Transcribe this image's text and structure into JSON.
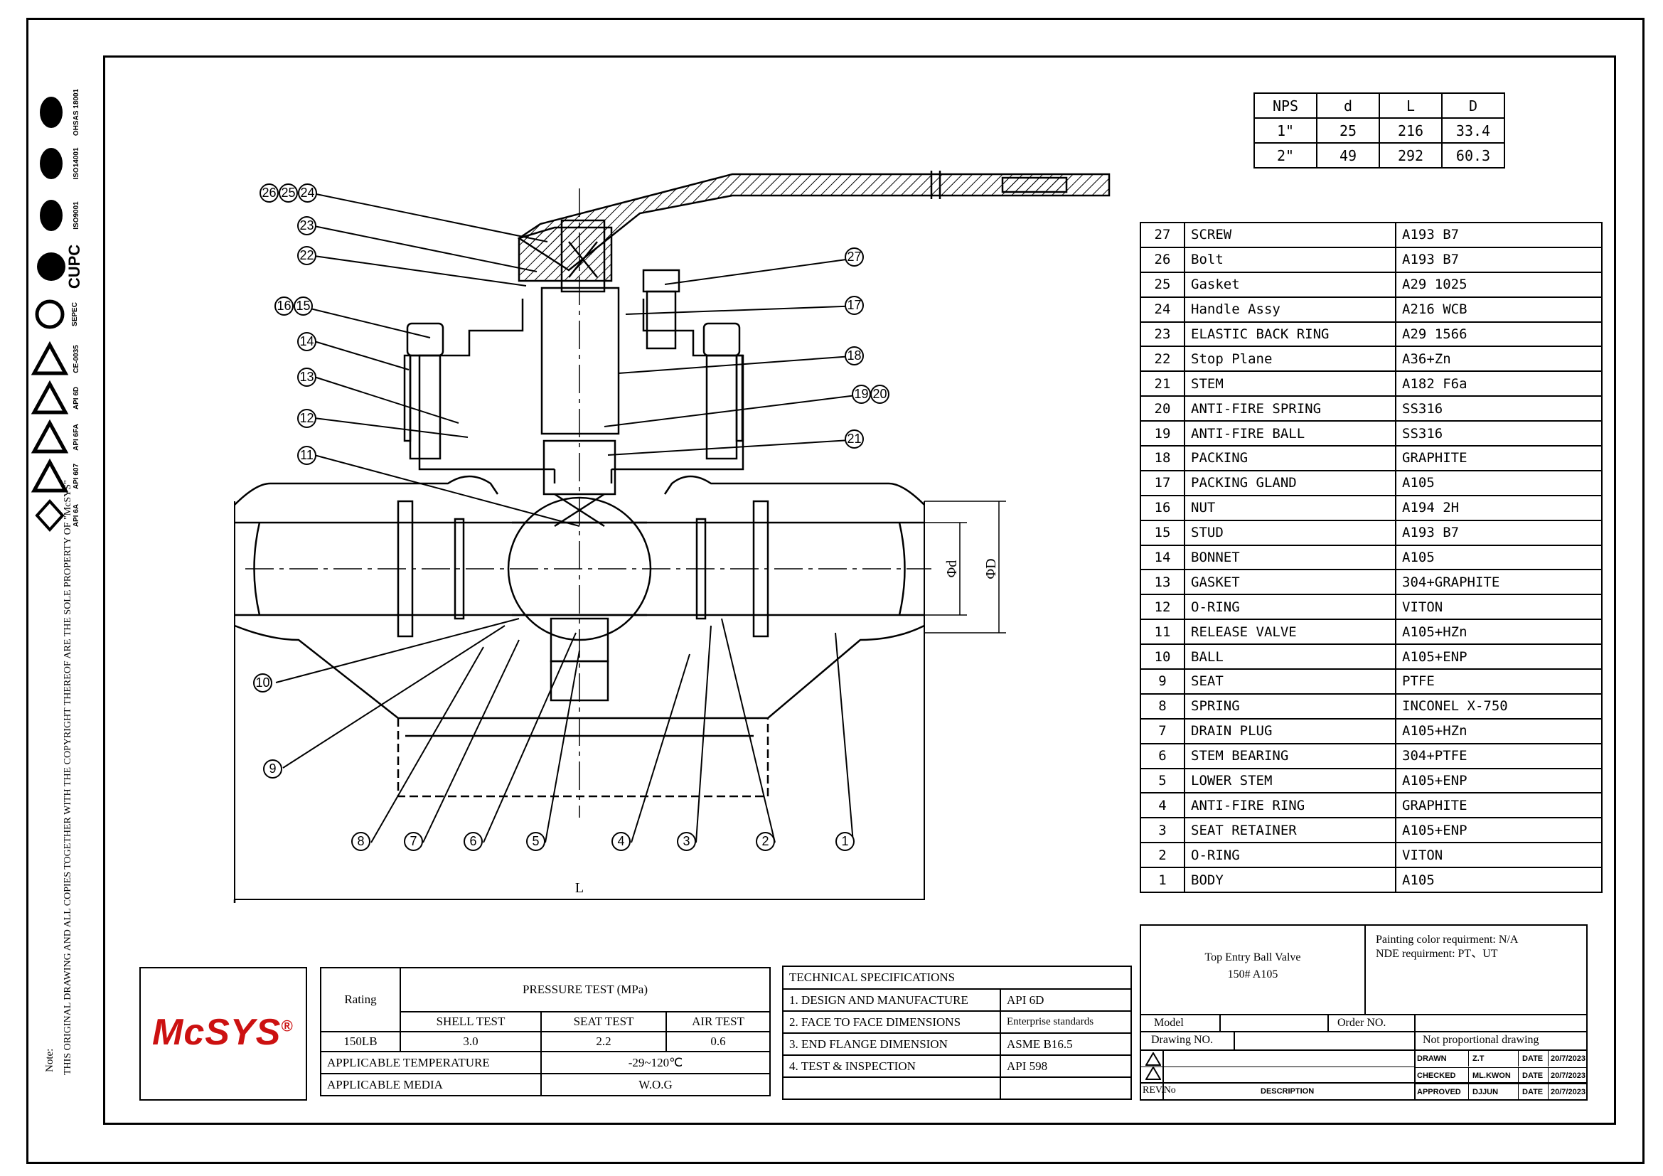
{
  "note": {
    "label": "Note:",
    "text": "THIS ORIGINAL DRAWING AND ALL COPIES TOGETHER WITH THE COPYRIGHT THEREOF ARE THE SOLE PROPERTY OF \"McSYS\""
  },
  "certifications": [
    "OHSAS 18001",
    "ISO14001",
    "ISO9001",
    "CUPC",
    "SEPEC",
    "CE-0035",
    "API 6D",
    "API 6FA",
    "API 607",
    "API 6A"
  ],
  "dimension_table": {
    "headers": [
      "NPS",
      "d",
      "L",
      "D"
    ],
    "rows": [
      [
        "1\"",
        "25",
        "216",
        "33.4"
      ],
      [
        "2\"",
        "49",
        "292",
        "60.3"
      ]
    ]
  },
  "parts": [
    {
      "no": "27",
      "name": "SCREW",
      "material": "A193 B7"
    },
    {
      "no": "26",
      "name": "Bolt",
      "material": "A193 B7"
    },
    {
      "no": "25",
      "name": "Gasket",
      "material": "A29 1025"
    },
    {
      "no": "24",
      "name": "Handle Assy",
      "material": "A216 WCB"
    },
    {
      "no": "23",
      "name": "ELASTIC BACK RING",
      "material": "A29 1566"
    },
    {
      "no": "22",
      "name": "Stop Plane",
      "material": "A36+Zn"
    },
    {
      "no": "21",
      "name": "STEM",
      "material": "A182 F6a"
    },
    {
      "no": "20",
      "name": "ANTI-FIRE SPRING",
      "material": "SS316"
    },
    {
      "no": "19",
      "name": "ANTI-FIRE BALL",
      "material": "SS316"
    },
    {
      "no": "18",
      "name": "PACKING",
      "material": "GRAPHITE"
    },
    {
      "no": "17",
      "name": "PACKING GLAND",
      "material": "A105"
    },
    {
      "no": "16",
      "name": "NUT",
      "material": "A194 2H"
    },
    {
      "no": "15",
      "name": "STUD",
      "material": "A193 B7"
    },
    {
      "no": "14",
      "name": "BONNET",
      "material": "A105"
    },
    {
      "no": "13",
      "name": "GASKET",
      "material": "304+GRAPHITE"
    },
    {
      "no": "12",
      "name": "O-RING",
      "material": "VITON"
    },
    {
      "no": "11",
      "name": "RELEASE VALVE",
      "material": "A105+HZn"
    },
    {
      "no": "10",
      "name": "BALL",
      "material": "A105+ENP"
    },
    {
      "no": "9",
      "name": "SEAT",
      "material": "PTFE"
    },
    {
      "no": "8",
      "name": "SPRING",
      "material": "INCONEL X-750"
    },
    {
      "no": "7",
      "name": "DRAIN PLUG",
      "material": "A105+HZn"
    },
    {
      "no": "6",
      "name": "STEM BEARING",
      "material": "304+PTFE"
    },
    {
      "no": "5",
      "name": "LOWER STEM",
      "material": "A105+ENP"
    },
    {
      "no": "4",
      "name": "ANTI-FIRE RING",
      "material": "GRAPHITE"
    },
    {
      "no": "3",
      "name": "SEAT RETAINER",
      "material": "A105+ENP"
    },
    {
      "no": "2",
      "name": "O-RING",
      "material": "VITON"
    },
    {
      "no": "1",
      "name": "BODY",
      "material": "A105"
    }
  ],
  "drawing": {
    "dim_L": "L",
    "dim_d": "Φd",
    "dim_D": "ΦD",
    "callouts": [
      "1",
      "2",
      "3",
      "4",
      "5",
      "6",
      "7",
      "8",
      "9",
      "10",
      "11",
      "12",
      "13",
      "14",
      "15",
      "16",
      "17",
      "18",
      "19",
      "20",
      "21",
      "22",
      "23",
      "24",
      "25",
      "26",
      "27"
    ]
  },
  "logo": {
    "text": "McSYS",
    "mark": "®",
    "color": "#cc1111"
  },
  "pressure": {
    "rating_label": "Rating",
    "rating_value": "150LB",
    "title": "PRESSURE TEST (MPa)",
    "shell_label": "SHELL TEST",
    "shell_value": "3.0",
    "seat_label": "SEAT TEST",
    "seat_value": "2.2",
    "air_label": "AIR TEST",
    "air_value": "0.6",
    "temp_label": "APPLICABLE TEMPERATURE",
    "temp_value": "-29~120℃",
    "media_label": "APPLICABLE MEDIA",
    "media_value": "W.O.G"
  },
  "tech_specs": {
    "title": "TECHNICAL SPECIFICATIONS",
    "rows": [
      {
        "label": "1. DESIGN AND MANUFACTURE",
        "value": "API 6D"
      },
      {
        "label": "2. FACE TO FACE DIMENSIONS",
        "value": "Enterprise standards"
      },
      {
        "label": "3. END FLANGE DIMENSION",
        "value": "ASME B16.5"
      },
      {
        "label": "4. TEST & INSPECTION",
        "value": "API 598"
      }
    ]
  },
  "title_block": {
    "product": "Top Entry Ball Valve",
    "spec": "150# A105",
    "painting": "Painting color requirment: N/A",
    "nde": "NDE requirment: PT、UT",
    "model_label": "Model",
    "order_label": "Order NO.",
    "drawing_no_label": "Drawing NO.",
    "proportional": "Not proportional drawing",
    "rev_label": "REV.No",
    "description_label": "DESCRIPTION",
    "approvals": [
      {
        "role": "DRAWN",
        "name": "Z.T",
        "date_label": "DATE",
        "date": "20/7/2023"
      },
      {
        "role": "CHECKED",
        "name": "ML.KWON",
        "date_label": "DATE",
        "date": "20/7/2023"
      },
      {
        "role": "APPROVED",
        "name": "DJJUN",
        "date_label": "DATE",
        "date": "20/7/2023"
      }
    ]
  }
}
